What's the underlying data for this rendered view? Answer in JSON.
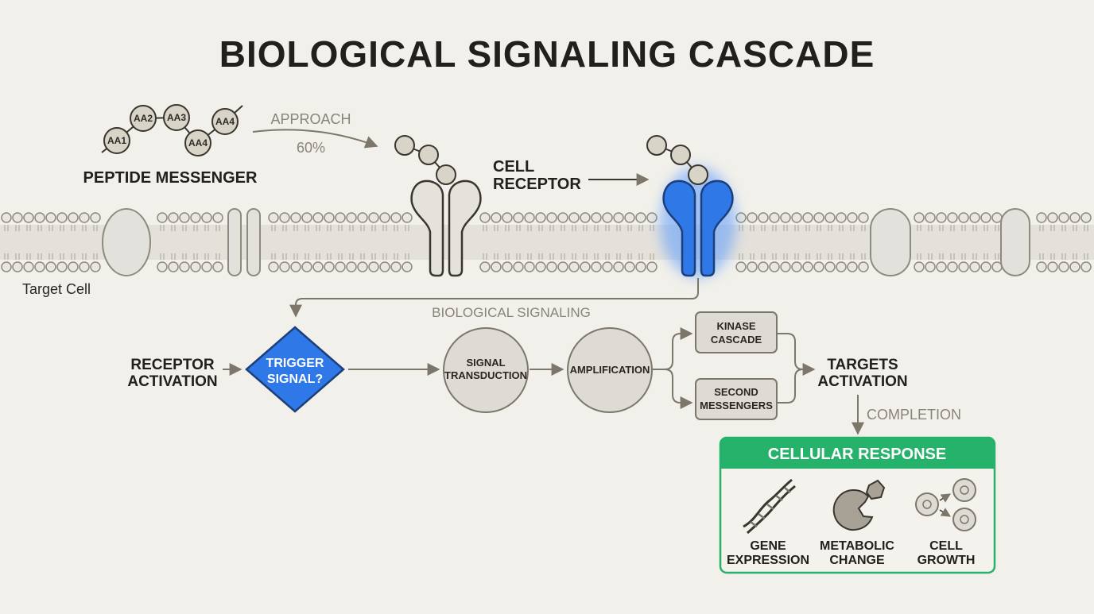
{
  "title": "BIOLOGICAL SIGNALING CASCADE",
  "peptide": {
    "label": "PEPTIDE MESSENGER",
    "residues": [
      "AA1",
      "AA2",
      "AA3",
      "AA4",
      "AA4"
    ]
  },
  "approach": {
    "label": "APPROACH",
    "percent": "60%"
  },
  "receptor_label": [
    "CELL",
    "RECEPTOR"
  ],
  "membrane_label": "Target Cell",
  "signaling_label": "BIOLOGICAL SIGNALING",
  "flow": {
    "receptor_activation": [
      "RECEPTOR",
      "ACTIVATION"
    ],
    "trigger": [
      "TRIGGER",
      "SIGNAL?"
    ],
    "signal_transduction": [
      "SIGNAL",
      "TRANSDUCTION"
    ],
    "amplification": "AMPLIFICATION",
    "kinase": [
      "KINASE",
      "CASCADE"
    ],
    "second": [
      "SECOND",
      "MESSENGERS"
    ],
    "targets": [
      "TARGETS",
      "ACTIVATION"
    ],
    "completion": "COMPLETION"
  },
  "response": {
    "header": "CELLULAR RESPONSE",
    "items": [
      {
        "icon": "dna-icon",
        "label": [
          "GENE",
          "EXPRESSION"
        ]
      },
      {
        "icon": "metabolic-change-icon",
        "label": [
          "METABOLIC",
          "CHANGE"
        ]
      },
      {
        "icon": "cell-division-icon",
        "label": [
          "CELL",
          "GROWTH"
        ]
      }
    ]
  },
  "colors": {
    "background": "#f2f0ea",
    "accent_blue": "#2f78e8",
    "response_green": "#27b26b",
    "line": "#7d766a"
  }
}
